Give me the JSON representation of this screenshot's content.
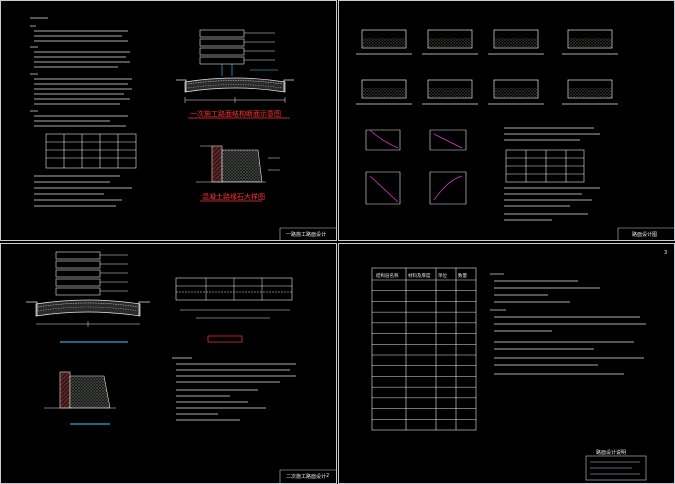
{
  "colors": {
    "background": "#000000",
    "frame": "#c8ccd2",
    "text": "#e6e6e6",
    "accent_cyan": "#33d6ff",
    "accent_magenta": "#e23dd6",
    "accent_red": "#ff3333",
    "accent_yellow": "#f2e640",
    "hatch_green": "#37c24a"
  },
  "sheets": [
    {
      "id": "top-left",
      "caption_main": "一次施工路面结构断面示意图",
      "caption_sub": "混凝土路缘石大样图",
      "title_block": "一路施工路面设计",
      "page": ""
    },
    {
      "id": "top-right",
      "title_block": "路面设计图",
      "page": ""
    },
    {
      "id": "bottom-left",
      "title_block": "二次施工路面设计",
      "page": "2"
    },
    {
      "id": "bottom-right",
      "title_block": "路面设计说明",
      "page": "3"
    }
  ],
  "table_bottom_right": {
    "header": [
      "结构层名称",
      "材料及厚度",
      "单位",
      "数量"
    ],
    "rows": 14
  }
}
